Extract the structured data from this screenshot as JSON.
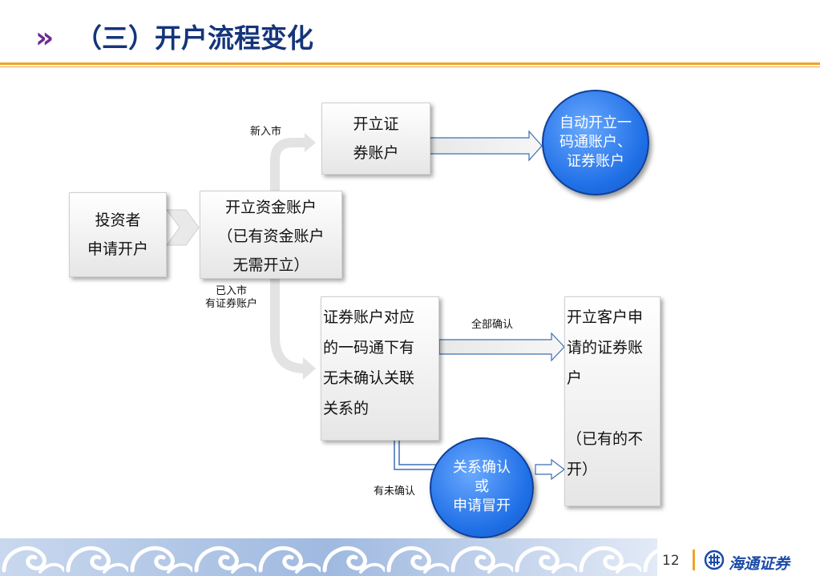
{
  "header": {
    "title": "（三）开户流程变化"
  },
  "diagram": {
    "investor_lines": [
      "投资者",
      "申请开户"
    ],
    "fund_account_lines": [
      "开立资金账户",
      "（已有资金账户",
      "无需开立）"
    ],
    "label_new": "新入市",
    "label_existing_lines": [
      "已入市",
      "有证券账户"
    ],
    "open_sec_lines": [
      "开立证",
      "券账户"
    ],
    "auto_lines": [
      "自动开立一",
      "码通账户、",
      "证券账户"
    ],
    "check_lines": [
      "证券账户对应",
      "的一码通下有",
      "无未确认关联",
      "关系的"
    ],
    "label_all_confirmed": "全部确认",
    "client_lines": [
      "开立客户申",
      "请的证券账",
      "户",
      "",
      "（已有的不",
      "开）"
    ],
    "confirm_lines": [
      "关系确认",
      "或",
      "申请冒开"
    ],
    "label_unconfirmed": "有未确认"
  },
  "footer": {
    "page_number": "12",
    "brand": "海通证券"
  },
  "colors": {
    "title": "#15357a",
    "accent_orange": "#f0a32a",
    "chevron": "#6b2c93",
    "circle_blue": "#1f6fe6"
  }
}
